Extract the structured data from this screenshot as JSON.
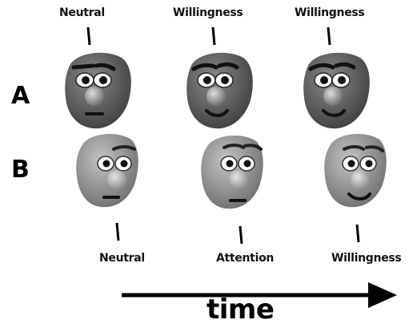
{
  "rows": [
    {
      "letter": "A",
      "labels": [
        "Neutral",
        "Willingness",
        "Willingness"
      ],
      "face_color": "#6b6b6b"
    },
    {
      "letter": "B",
      "labels": [
        "Neutral",
        "Attention",
        "Willingness"
      ],
      "face_color": "#9c9c9c"
    }
  ],
  "time_label": "time"
}
